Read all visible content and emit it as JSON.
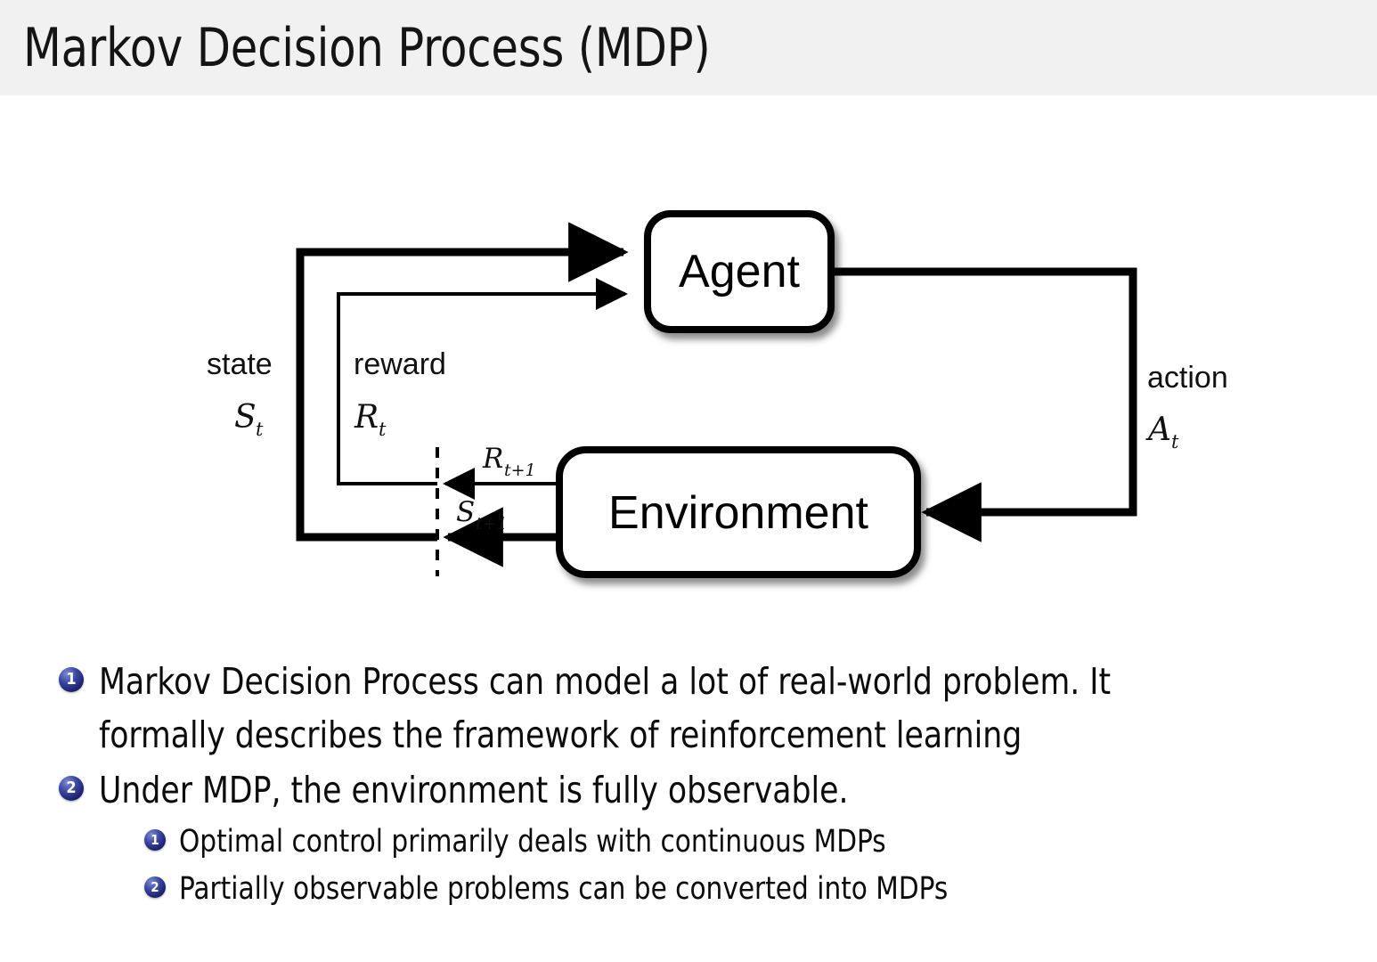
{
  "header": {
    "title": "Markov Decision Process (MDP)",
    "band_color": "#f1f1f1"
  },
  "diagram": {
    "name": "agent-environment-interaction-loop",
    "agent_box": {
      "label": "Agent"
    },
    "environment_box": {
      "label": "Environment"
    },
    "labels": {
      "state_word": "state",
      "state_symbol": "S",
      "state_subscript": "t",
      "reward_word": "reward",
      "reward_symbol": "R",
      "reward_subscript": "t",
      "action_word": "action",
      "action_symbol": "A",
      "action_subscript": "t",
      "reward_next_symbol": "R",
      "reward_next_subscript": "t+1",
      "state_next_symbol": "S",
      "state_next_subscript": "t+1"
    }
  },
  "bullets": [
    {
      "number": "1",
      "level": 1,
      "line1": "Markov Decision Process can model a lot of real-world problem. It",
      "line2": "formally describes the framework of reinforcement learning"
    },
    {
      "number": "2",
      "level": 1,
      "line1": "Under MDP, the environment is fully observable.",
      "line2": ""
    },
    {
      "number": "1",
      "level": 2,
      "line1": "Optimal control primarily deals with continuous MDPs",
      "line2": ""
    },
    {
      "number": "2",
      "level": 2,
      "line1": "Partially observable problems can be converted into MDPs",
      "line2": ""
    }
  ],
  "colors": {
    "bullet_marker": "#1d2270",
    "text": "#0c0c0c",
    "diagram_stroke": "#000000"
  }
}
